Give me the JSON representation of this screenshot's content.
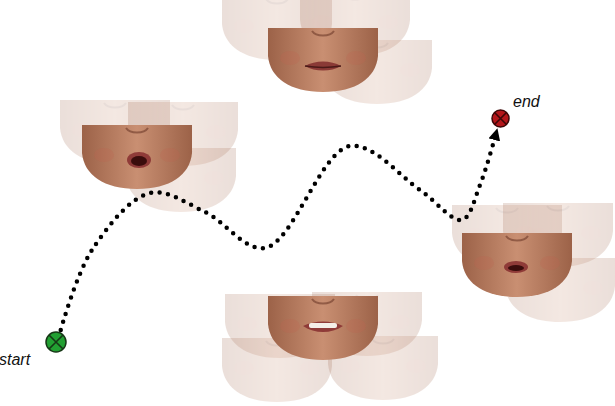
{
  "diagram": {
    "nodes": [
      {
        "text": [
          "start"
        ]
      },
      {
        "text": [
          "end"
        ]
      }
    ],
    "edges": [
      {
        "from": 0,
        "to": 1,
        "arrow": "to"
      }
    ]
  }
}
